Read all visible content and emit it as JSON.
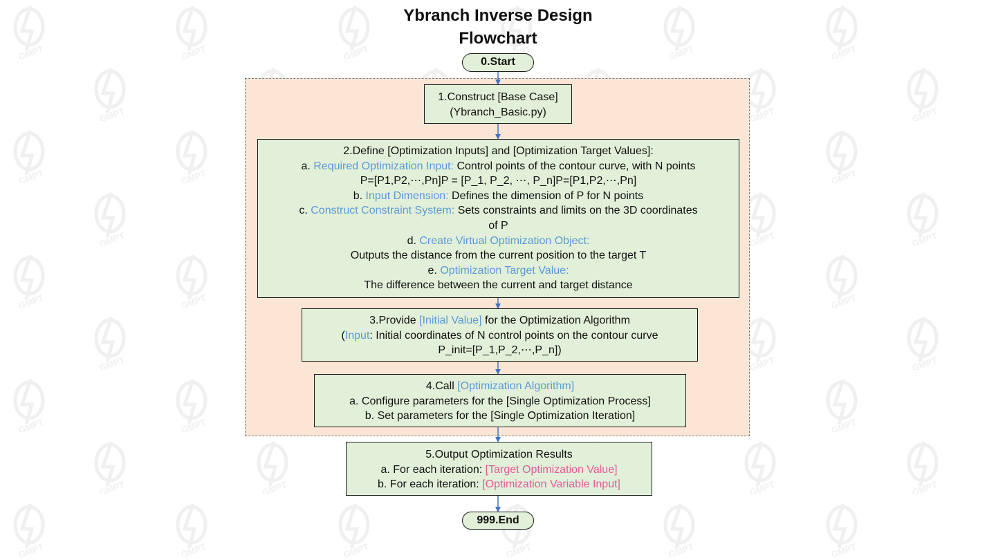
{
  "title": {
    "line1": "Ybranch Inverse Design",
    "line2": "Flowchart"
  },
  "watermark": {
    "text": "GMPT"
  },
  "colors": {
    "box_fill": "#e2efd9",
    "group_fill": "#fbe6d6",
    "highlight_blue": "#5b9bd5",
    "highlight_pink": "#e25c99",
    "arrow": "#4472c4"
  },
  "nodes": {
    "start": {
      "label": "0.Start"
    },
    "step1": {
      "line1": "1.Construct [Base Case]",
      "line2": "(Ybranch_Basic.py)"
    },
    "step2": {
      "heading": "2.Define [Optimization Inputs] and [Optimization Target Values]:",
      "a_prefix": "a. ",
      "a_highlight": "Required Optimization Input:",
      "a_rest": " Control points of the contour curve, with N points",
      "a_formula": "P=[P1,P2,⋯,Pn]P = [P_1, P_2, ⋯, P_n]P=[P1,P2,⋯,Pn]",
      "b_prefix": "b. ",
      "b_highlight": "Input Dimension:",
      "b_rest": " Defines the dimension of P for N points",
      "c_prefix": "c. ",
      "c_highlight": "Construct Constraint System:",
      "c_rest": " Sets constraints and limits on the 3D coordinates",
      "c_cont": "of P",
      "d_prefix": "d. ",
      "d_highlight": "Create Virtual Optimization Object:",
      "d_desc": "Outputs the distance from the current position to the target T",
      "e_prefix": "e. ",
      "e_highlight": "Optimization Target Value:",
      "e_desc": "The difference between the current and target distance"
    },
    "step3": {
      "prefix": "3.Provide ",
      "highlight": "[Initial Value]",
      "rest": " for the Optimization Algorithm",
      "line2_open": "(",
      "line2_highlight": "Input",
      "line2_rest": ": Initial coordinates of N control points on the contour curve",
      "line3": "P_init=[P_1,P_2,⋯,P_n])"
    },
    "step4": {
      "prefix": "4.Call ",
      "highlight": "[Optimization Algorithm]",
      "line2": "a. Configure parameters for the [Single Optimization Process]",
      "line3": "b. Set parameters for the [Single Optimization Iteration]"
    },
    "step5": {
      "line1": "5.Output Optimization Results",
      "a_prefix": "a. For each iteration: ",
      "a_highlight": "[Target Optimization Value]",
      "b_prefix": "b. For each iteration: ",
      "b_highlight": "[Optimization Variable Input]"
    },
    "end": {
      "label": "999.End"
    }
  }
}
